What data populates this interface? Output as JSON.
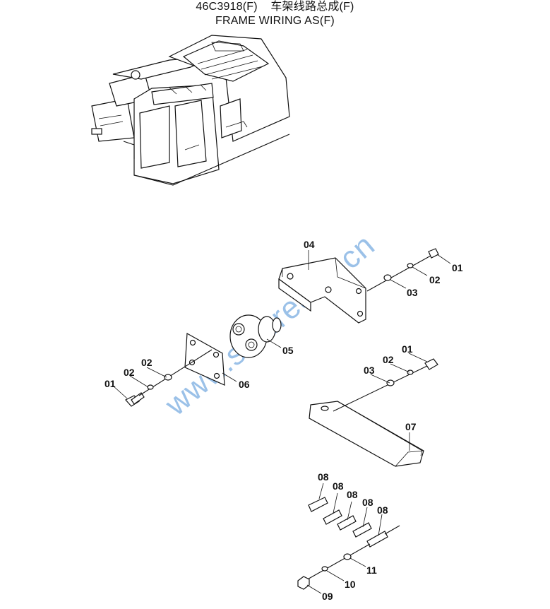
{
  "header": {
    "title_code": "46C3918(F)",
    "title_cn": "车架线路总成(F)",
    "title_en": "FRAME WIRING AS(F)"
  },
  "watermark": "www.sinoreach.cn",
  "callouts": {
    "c01a": "01",
    "c02a": "02",
    "c03a": "03",
    "c04": "04",
    "c05": "05",
    "c06": "06",
    "c02b": "02",
    "c01b": "01",
    "c01c": "01",
    "c02c": "02",
    "c03c": "03",
    "c07": "07",
    "c08a": "08",
    "c08b": "08",
    "c08c": "08",
    "c08d": "08",
    "c08e": "08",
    "c11": "11",
    "c10": "10",
    "c09": "09"
  },
  "colors": {
    "line": "#111111",
    "watermark": "#4a8fd6",
    "background": "#ffffff"
  }
}
